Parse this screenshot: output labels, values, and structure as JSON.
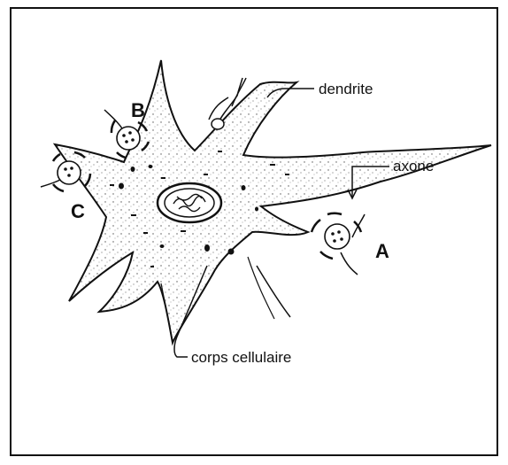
{
  "labels": {
    "dendrite": "dendrite",
    "axone": "axone",
    "corps_cellulaire": "corps cellulaire"
  },
  "synapse_letters": {
    "a": "A",
    "b": "B",
    "c": "C"
  },
  "colors": {
    "ink": "#111111",
    "background": "#ffffff"
  }
}
